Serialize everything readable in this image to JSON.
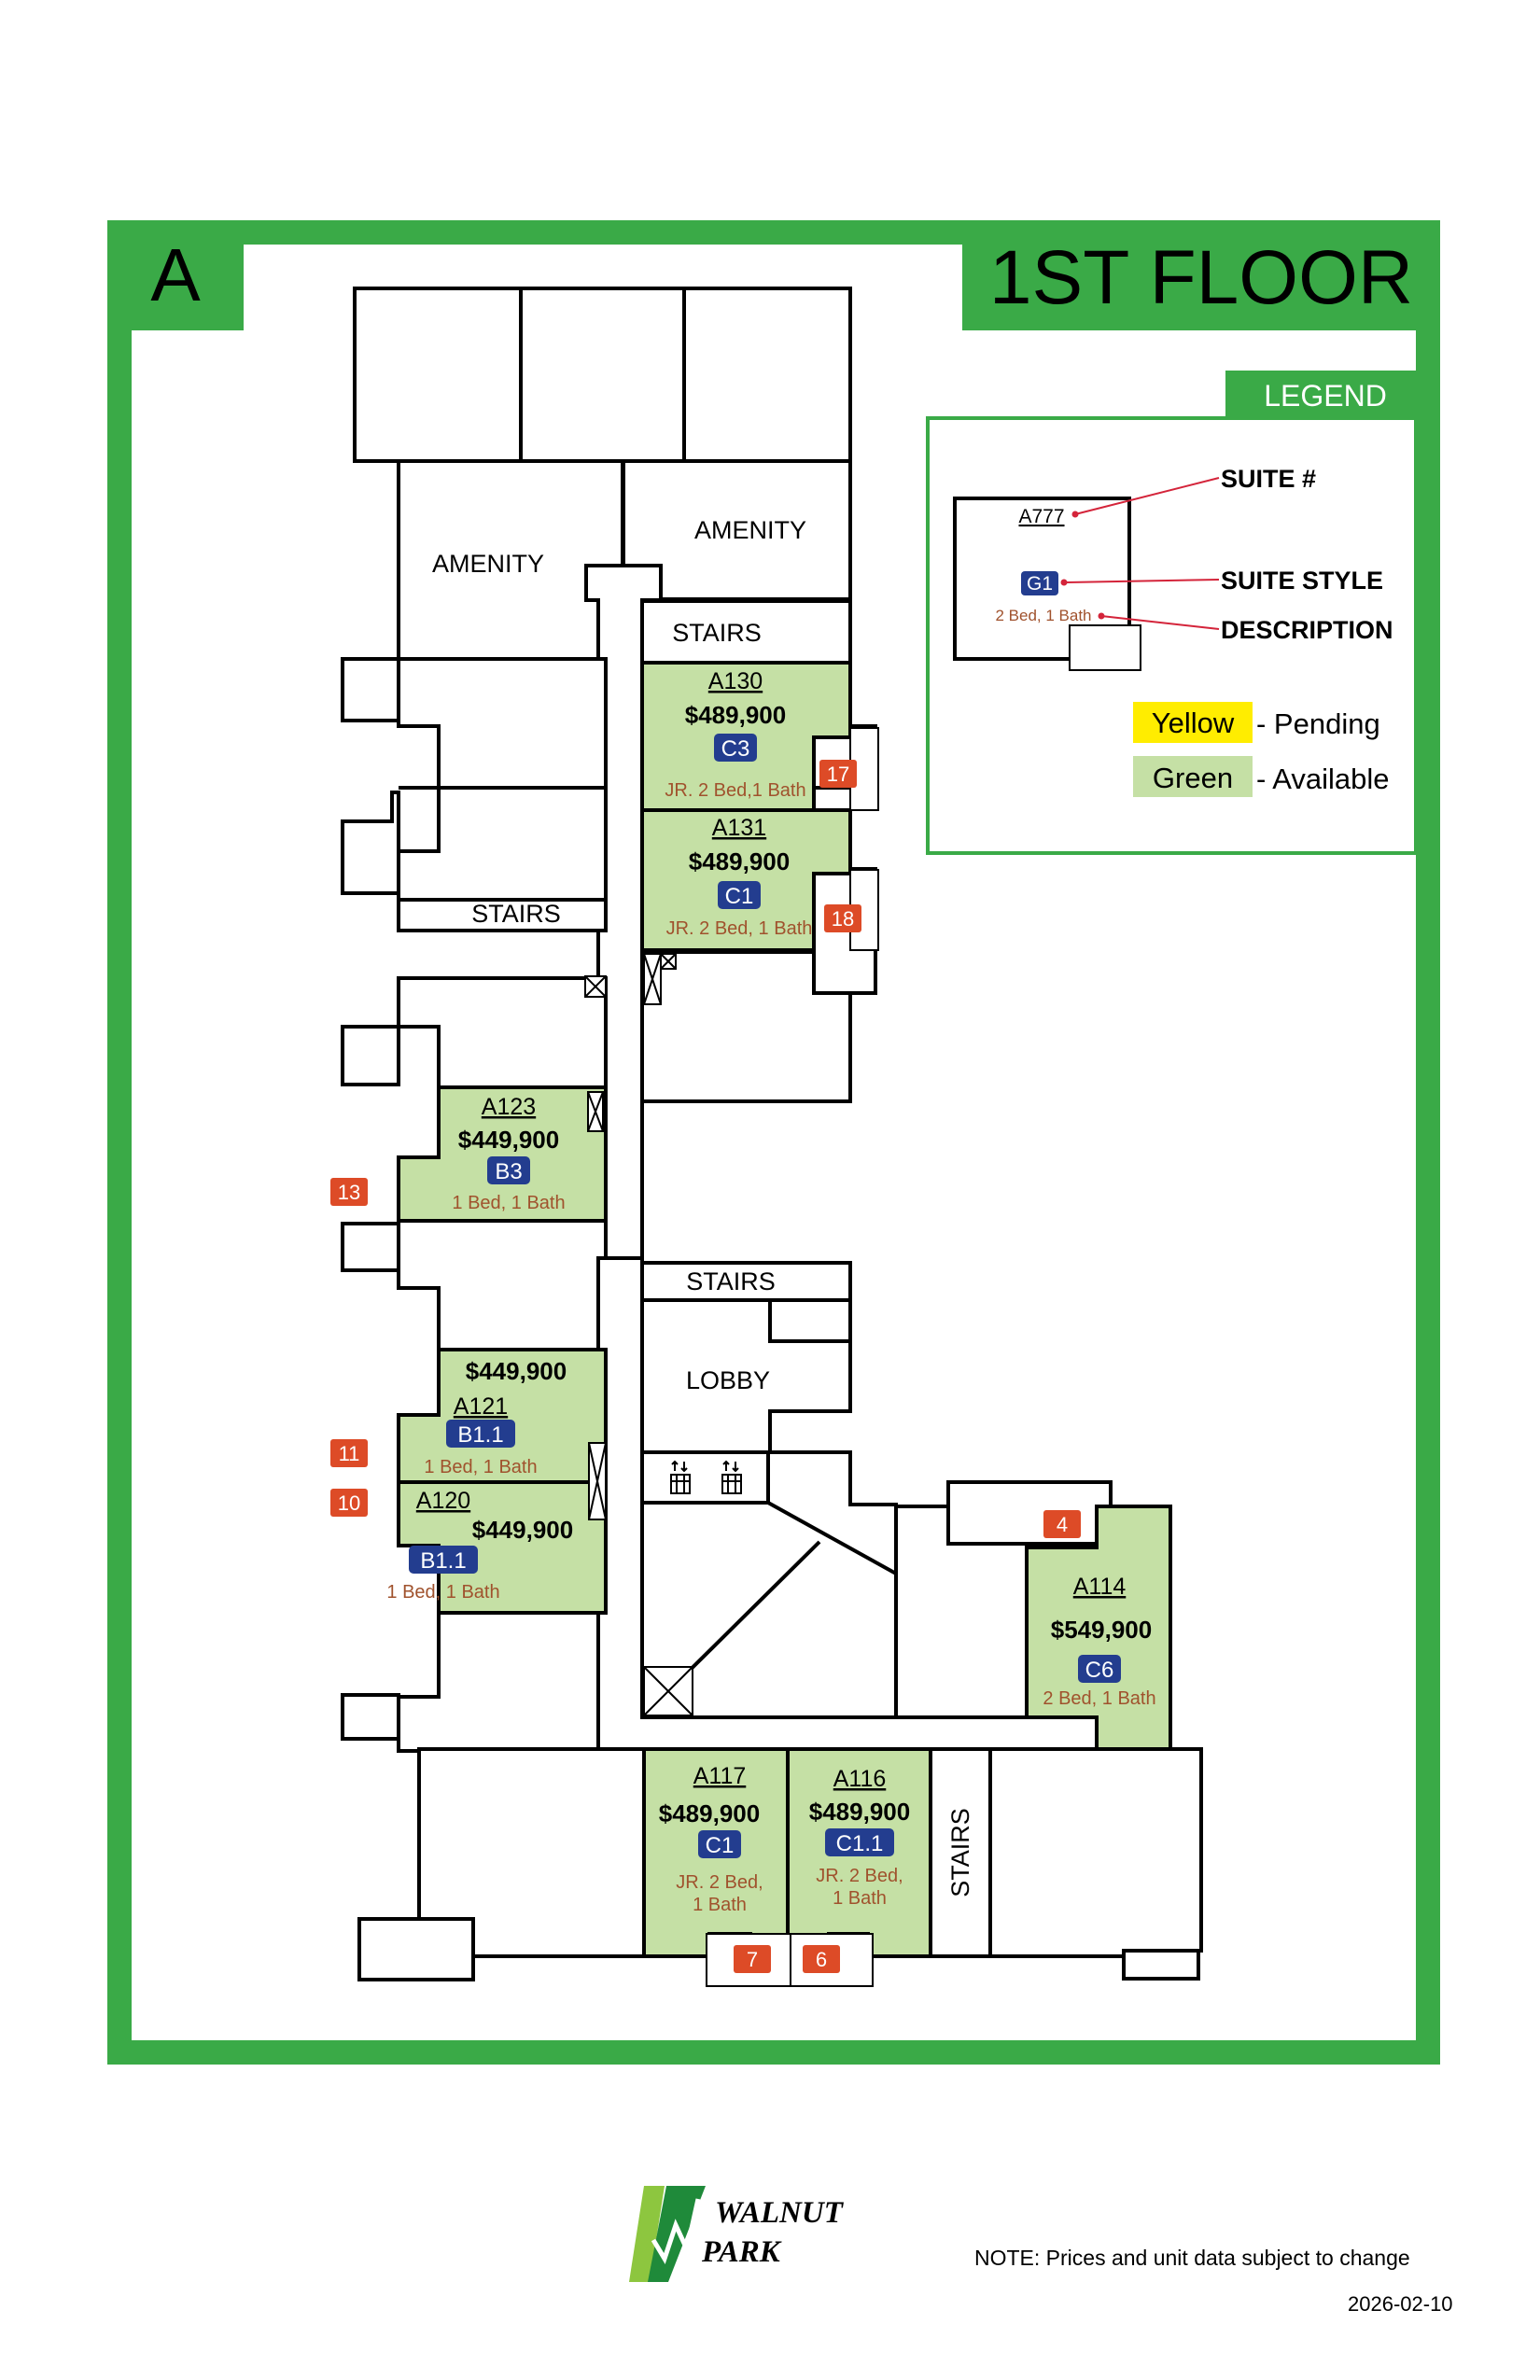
{
  "building_letter": "A",
  "floor_title": "1ST FLOOR",
  "colors": {
    "frame_green": "#3aaa47",
    "available_fill": "#c5e0a5",
    "pending_fill": "#ffed00",
    "style_badge": "#233d8f",
    "number_badge": "#dd4b27",
    "description_text": "#a0522d"
  },
  "legend": {
    "header": "LEGEND",
    "sample_suite": "A777",
    "sample_style": "G1",
    "sample_description": "2 Bed, 1 Bath",
    "suite_label": "SUITE #",
    "style_label": "SUITE STYLE",
    "description_label": "DESCRIPTION",
    "pending_swatch": "Yellow",
    "pending_label": "- Pending",
    "available_swatch": "Green",
    "available_label": "- Available"
  },
  "rooms": {
    "amenity_1": "AMENITY",
    "amenity_2": "AMENITY",
    "stairs_1": "STAIRS",
    "stairs_2": "STAIRS",
    "stairs_3": "STAIRS",
    "stairs_4": "STAIRS",
    "lobby": "LOBBY"
  },
  "units": [
    {
      "suite": "A130",
      "price": "$489,900",
      "style": "C3",
      "desc_1": "JR. 2 Bed,1 Bath",
      "desc_2": "",
      "badge": "17"
    },
    {
      "suite": "A131",
      "price": "$489,900",
      "style": "C1",
      "desc_1": "JR. 2 Bed, 1 Bath",
      "desc_2": "",
      "badge": "18"
    },
    {
      "suite": "A123",
      "price": "$449,900",
      "style": "B3",
      "desc_1": "1 Bed, 1 Bath",
      "desc_2": "",
      "badge": "13"
    },
    {
      "suite": "A121",
      "price": "$449,900",
      "style": "B1.1",
      "desc_1": "1 Bed, 1 Bath",
      "desc_2": "",
      "badge": "11"
    },
    {
      "suite": "A120",
      "price": "$449,900",
      "style": "B1.1",
      "desc_1": "1 Bed, 1 Bath",
      "desc_2": "",
      "badge": "10"
    },
    {
      "suite": "A114",
      "price": "$549,900",
      "style": "C6",
      "desc_1": "2 Bed, 1 Bath",
      "desc_2": "",
      "badge": "4"
    },
    {
      "suite": "A117",
      "price": "$489,900",
      "style": "C1",
      "desc_1": "JR. 2 Bed,",
      "desc_2": "1 Bath",
      "badge": "7"
    },
    {
      "suite": "A116",
      "price": "$489,900",
      "style": "C1.1",
      "desc_1": "JR. 2 Bed,",
      "desc_2": "1 Bath",
      "badge": "6"
    }
  ],
  "footer": {
    "logo_line_1": "WALNUT",
    "logo_line_2": "PARK",
    "note": "NOTE: Prices and unit data subject to change",
    "date": "2026-02-10"
  }
}
